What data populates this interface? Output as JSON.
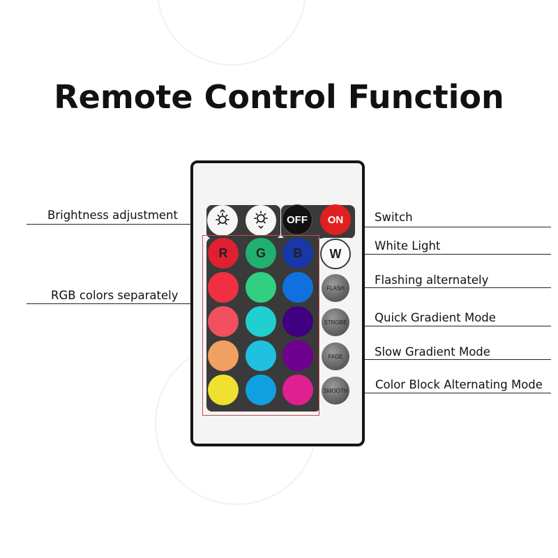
{
  "title": "Remote Control Function",
  "labels": {
    "brightness": "Brightness adjustment",
    "rgb": "RGB colors separately",
    "switch": "Switch",
    "white": "White Light",
    "flash": "Flashing alternately",
    "strobe": "Quick Gradient Mode",
    "fade": "Slow Gradient Mode",
    "smooth": "Color Block Alternating Mode"
  },
  "buttons": {
    "off": "OFF",
    "on": "ON",
    "r": "R",
    "g": "G",
    "b": "B",
    "w": "W",
    "flash": "FLASH",
    "strobe": "STROBE",
    "fade": "FADE",
    "smooth": "SMOOTH"
  },
  "color_grid": [
    [
      "#e02030",
      "#20b070",
      "#1040c0"
    ],
    [
      "#f03040",
      "#30d080",
      "#1070e0"
    ],
    [
      "#f05060",
      "#20d0d0",
      "#400080"
    ],
    [
      "#f0a060",
      "#20c0e0",
      "#700090"
    ],
    [
      "#f0e030",
      "#10a0e0",
      "#e02090"
    ]
  ],
  "colors": {
    "on_button": "#e02020",
    "off_button": "#151515",
    "panel": "#3a3a3a",
    "highlight": "#c0504d"
  }
}
